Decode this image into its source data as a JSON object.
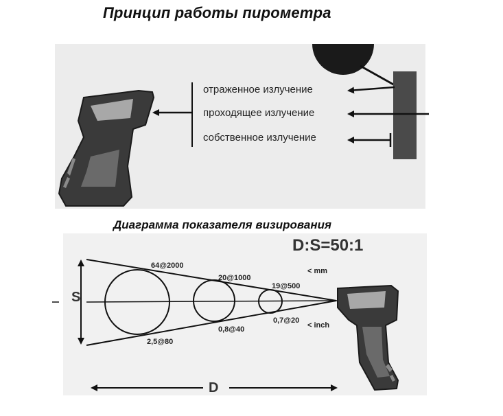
{
  "titles": {
    "main": "Принцип работы пирометра",
    "sub": "Диаграмма показателя визирования"
  },
  "radiation": {
    "reflected": "отраженное излучение",
    "transmitted": "проходящее излучение",
    "emitted": "собственное излучение"
  },
  "diagram": {
    "ratio": "D:S=50:1",
    "mm_label": "< mm",
    "inch_label": "< inch",
    "spot_mm_1": "64@2000",
    "spot_mm_2": "20@1000",
    "spot_mm_3": "19@500",
    "spot_in_1": "2,5@80",
    "spot_in_2": "0,8@40",
    "spot_in_3": "0,7@20",
    "s_label": "S",
    "d_label": "D"
  },
  "colors": {
    "gun_body": "#3a3a3a",
    "gun_display": "#a8a8a8",
    "arrow": "#111111"
  }
}
